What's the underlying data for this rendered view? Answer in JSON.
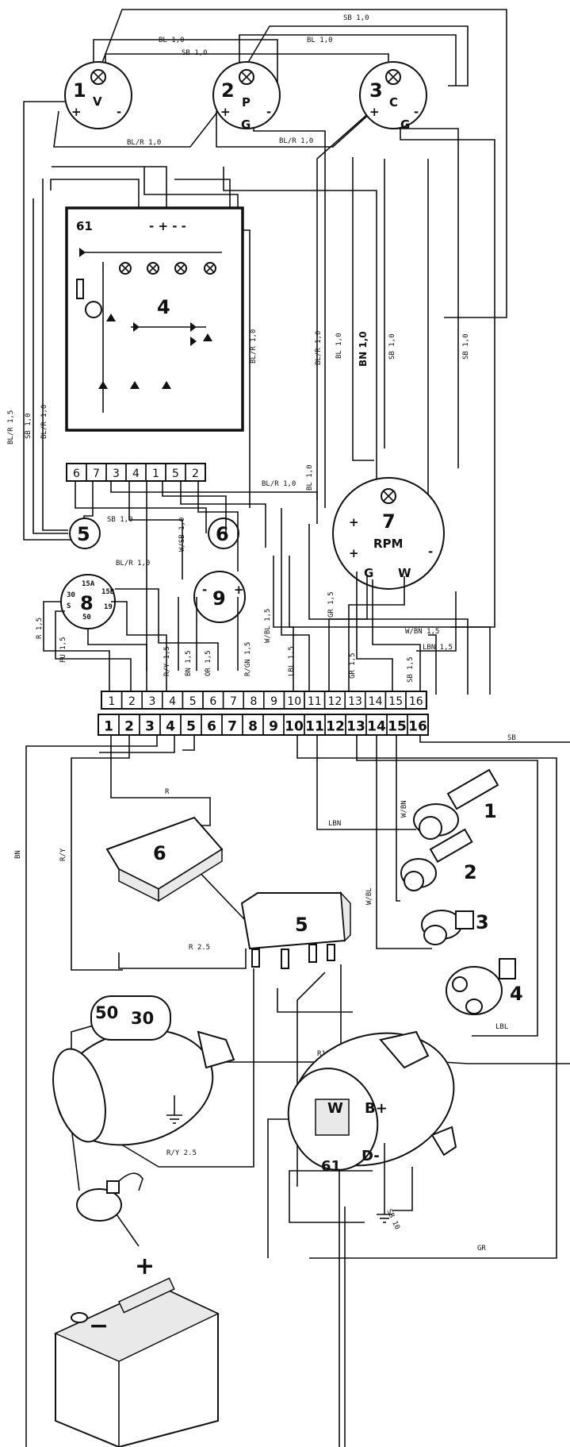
{
  "gauges": [
    {
      "num": "1",
      "letter": "V"
    },
    {
      "num": "2",
      "letter": "P"
    },
    {
      "num": "3",
      "letter": "C"
    }
  ],
  "gauge_terms": {
    "plus": "+",
    "minus": "-",
    "g": "G"
  },
  "tacho": {
    "num": "7",
    "label": "RPM",
    "plus": "+",
    "minus": "-",
    "g": "G",
    "w": "W"
  },
  "panel_unit": {
    "num": "4",
    "ground_label": "61"
  },
  "panel_terminals": [
    "6",
    "7",
    "3",
    "4",
    "1",
    "5",
    "2"
  ],
  "lamp5": {
    "num": "5"
  },
  "lamp6": {
    "num": "6"
  },
  "switch8": {
    "num": "8",
    "t15a": "15A",
    "t15b": "15B",
    "t30": "30",
    "ts": "S",
    "t19": "19",
    "t50": "50"
  },
  "meter9": {
    "num": "9",
    "minus": "-",
    "plus": "+"
  },
  "connector_top": [
    "1",
    "2",
    "3",
    "4",
    "5",
    "6",
    "7",
    "8",
    "9",
    "10",
    "11",
    "12",
    "13",
    "14",
    "15",
    "16"
  ],
  "connector_bottom": [
    "1",
    "2",
    "3",
    "4",
    "5",
    "6",
    "7",
    "8",
    "9",
    "10",
    "11",
    "12",
    "13",
    "14",
    "15",
    "16"
  ],
  "wire_labels": {
    "bl10a": "BL 1,0",
    "sb10a": "SB 1,0",
    "bl10b": "BL 1,0",
    "sb10b": "SB 1,0",
    "blr10a": "BL/R 1,0",
    "blr10b": "BL/R 1,0",
    "blr15": "BL/R 1,5",
    "sb10c": "SB 1,0",
    "blr10c": "BL/R 1,0",
    "blr10d": "BL/R 1,0",
    "blr10e": "BL/R 1,0",
    "bl10c": "BL 1,0",
    "bn10": "BN 1,0",
    "sb10d": "SB 1,0",
    "sb10e": "SB 1,0",
    "blr10f": "BL/R 1,0",
    "bl10d": "BL 1,0",
    "sb10f": "SB 1,0",
    "blr10g": "BL/R 1,0",
    "wsb10": "W/SB 1,0",
    "r15": "R 1,5",
    "pu15": "PU 1,5",
    "ry15": "R/Y 1,5",
    "bn15": "BN 1,5",
    "or15": "OR 1,5",
    "rgn15": "R/GN 1,5",
    "wbl15": "W/BL 1,5",
    "lbl15": "LBL 1,5",
    "gr15a": "GR 1,5",
    "gr15b": "GR 1,5",
    "wbn15": "W/BN 1,5",
    "lbn15": "LBN 1,5",
    "sb15": "SB 1,5",
    "sb": "SB",
    "bn": "BN",
    "r": "R",
    "ry": "R/Y",
    "lbn": "LBN",
    "wbn": "W/BN",
    "wbl": "W/BL",
    "r25": "R 2.5",
    "lbl": "LBL",
    "r10": "R10",
    "ry25": "R/Y 2.5",
    "sb10g": "SB 10",
    "gr": "GR"
  },
  "relay6": {
    "num": "6"
  },
  "relay5": {
    "num": "5"
  },
  "sensors": [
    "1",
    "2",
    "3",
    "4"
  ],
  "starter": {
    "t50": "50",
    "t30": "30"
  },
  "alternator": {
    "w": "W",
    "bplus": "B+",
    "dminus": "D-",
    "t61": "61"
  },
  "battery": {
    "plus": "+",
    "minus": "−"
  }
}
